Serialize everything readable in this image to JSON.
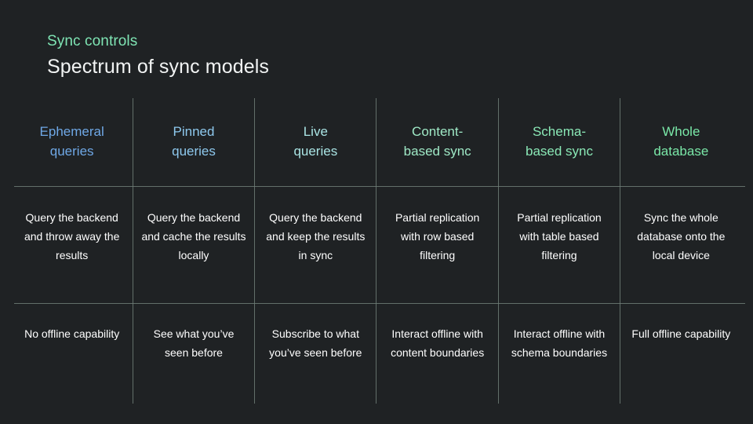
{
  "slide": {
    "eyebrow": "Sync controls",
    "headline": "Spectrum of sync models",
    "background_color": "#1f2224",
    "rule_color": "#6f7d77",
    "eyebrow_color": "#7fe5b4",
    "headline_color": "#f2f4f4"
  },
  "matrix": {
    "columns": [
      {
        "header": "Ephemeral\nqueries",
        "header_line1": "Ephemeral",
        "header_line2": "queries",
        "header_color": "#6fa8e6",
        "behaviour": "Query the backend and throw away the results",
        "offline": "No offline capability"
      },
      {
        "header": "Pinned\nqueries",
        "header_line1": "Pinned",
        "header_line2": "queries",
        "header_color": "#8ec9ee",
        "behaviour": "Query the backend and cache the results locally",
        "offline": "See what you’ve seen before"
      },
      {
        "header": "Live\nqueries",
        "header_line1": "Live",
        "header_line2": "queries",
        "header_color": "#a9e4e4",
        "behaviour": "Query the backend and keep the results in sync",
        "offline": "Subscribe to what you’ve seen before"
      },
      {
        "header": "Content-\nbased sync",
        "header_line1": "Content-",
        "header_line2": "based sync",
        "header_color": "#9fe9c6",
        "behaviour": "Partial replication with row based filtering",
        "offline": "Interact offline with content boundaries"
      },
      {
        "header": "Schema-\nbased sync",
        "header_line1": "Schema-",
        "header_line2": "based sync",
        "header_color": "#8ae8b6",
        "behaviour": "Partial replication with table based filtering",
        "offline": "Interact offline with schema boundaries"
      },
      {
        "header": "Whole\ndatabase",
        "header_line1": "Whole",
        "header_line2": "database",
        "header_color": "#7ae8a8",
        "behaviour": "Sync the whole database onto the local device",
        "offline": "Full offline capability"
      }
    ]
  }
}
